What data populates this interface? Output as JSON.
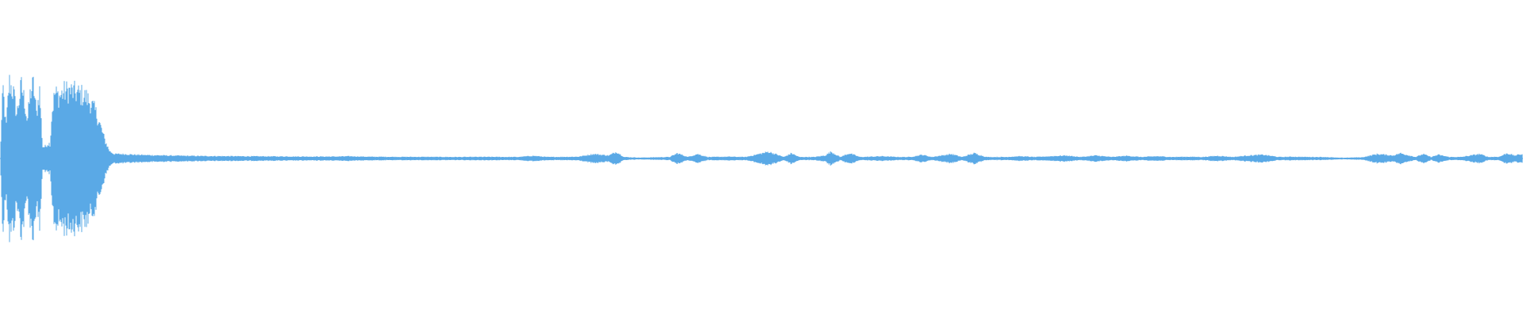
{
  "waveform": {
    "color": "#5aa9e6",
    "background": "#ffffff",
    "icon": "audio-waveform",
    "peaks_description_note": "",
    "envelope": [
      [
        0.0,
        0.0
      ],
      [
        0.002,
        0.48
      ],
      [
        0.004,
        0.2
      ],
      [
        0.006,
        0.52
      ],
      [
        0.009,
        0.44
      ],
      [
        0.011,
        0.3
      ],
      [
        0.014,
        0.49
      ],
      [
        0.016,
        0.4
      ],
      [
        0.018,
        0.25
      ],
      [
        0.02,
        0.45
      ],
      [
        0.022,
        0.5
      ],
      [
        0.024,
        0.3
      ],
      [
        0.026,
        0.47
      ],
      [
        0.028,
        0.08
      ],
      [
        0.03,
        0.08
      ],
      [
        0.031,
        0.1
      ],
      [
        0.033,
        0.1
      ],
      [
        0.034,
        0.3
      ],
      [
        0.036,
        0.44
      ],
      [
        0.039,
        0.42
      ],
      [
        0.042,
        0.45
      ],
      [
        0.045,
        0.46
      ],
      [
        0.048,
        0.45
      ],
      [
        0.051,
        0.44
      ],
      [
        0.054,
        0.43
      ],
      [
        0.057,
        0.41
      ],
      [
        0.06,
        0.37
      ],
      [
        0.063,
        0.31
      ],
      [
        0.066,
        0.22
      ],
      [
        0.069,
        0.12
      ],
      [
        0.072,
        0.05
      ],
      [
        0.075,
        0.03
      ],
      [
        0.08,
        0.03
      ],
      [
        0.09,
        0.025
      ],
      [
        0.1,
        0.022
      ],
      [
        0.12,
        0.018
      ],
      [
        0.14,
        0.016
      ],
      [
        0.16,
        0.015
      ],
      [
        0.18,
        0.014
      ],
      [
        0.2,
        0.013
      ],
      [
        0.22,
        0.013
      ],
      [
        0.23,
        0.015
      ],
      [
        0.24,
        0.012
      ],
      [
        0.26,
        0.011
      ],
      [
        0.28,
        0.011
      ],
      [
        0.3,
        0.01
      ],
      [
        0.32,
        0.011
      ],
      [
        0.34,
        0.01
      ],
      [
        0.35,
        0.018
      ],
      [
        0.36,
        0.01
      ],
      [
        0.38,
        0.012
      ],
      [
        0.39,
        0.03
      ],
      [
        0.4,
        0.02
      ],
      [
        0.405,
        0.045
      ],
      [
        0.41,
        0.01
      ],
      [
        0.42,
        0.006
      ],
      [
        0.44,
        0.01
      ],
      [
        0.445,
        0.035
      ],
      [
        0.452,
        0.01
      ],
      [
        0.458,
        0.03
      ],
      [
        0.465,
        0.01
      ],
      [
        0.48,
        0.012
      ],
      [
        0.49,
        0.01
      ],
      [
        0.505,
        0.045
      ],
      [
        0.515,
        0.01
      ],
      [
        0.52,
        0.035
      ],
      [
        0.525,
        0.01
      ],
      [
        0.535,
        0.01
      ],
      [
        0.542,
        0.02
      ],
      [
        0.546,
        0.045
      ],
      [
        0.552,
        0.01
      ],
      [
        0.558,
        0.035
      ],
      [
        0.565,
        0.01
      ],
      [
        0.58,
        0.015
      ],
      [
        0.59,
        0.01
      ],
      [
        0.598,
        0.01
      ],
      [
        0.606,
        0.025
      ],
      [
        0.612,
        0.01
      ],
      [
        0.625,
        0.03
      ],
      [
        0.632,
        0.01
      ],
      [
        0.64,
        0.035
      ],
      [
        0.648,
        0.01
      ],
      [
        0.66,
        0.01
      ],
      [
        0.67,
        0.015
      ],
      [
        0.68,
        0.01
      ],
      [
        0.7,
        0.02
      ],
      [
        0.71,
        0.01
      ],
      [
        0.72,
        0.02
      ],
      [
        0.73,
        0.01
      ],
      [
        0.74,
        0.018
      ],
      [
        0.75,
        0.01
      ],
      [
        0.76,
        0.015
      ],
      [
        0.77,
        0.01
      ],
      [
        0.78,
        0.012
      ],
      [
        0.79,
        0.01
      ],
      [
        0.8,
        0.018
      ],
      [
        0.81,
        0.01
      ],
      [
        0.82,
        0.02
      ],
      [
        0.83,
        0.025
      ],
      [
        0.84,
        0.01
      ],
      [
        0.85,
        0.012
      ],
      [
        0.86,
        0.01
      ],
      [
        0.87,
        0.01
      ],
      [
        0.88,
        0.005
      ],
      [
        0.895,
        0.008
      ],
      [
        0.905,
        0.03
      ],
      [
        0.915,
        0.02
      ],
      [
        0.92,
        0.035
      ],
      [
        0.93,
        0.01
      ],
      [
        0.935,
        0.03
      ],
      [
        0.94,
        0.01
      ],
      [
        0.945,
        0.025
      ],
      [
        0.952,
        0.01
      ],
      [
        0.96,
        0.01
      ],
      [
        0.972,
        0.03
      ],
      [
        0.978,
        0.01
      ],
      [
        0.985,
        0.012
      ],
      [
        0.99,
        0.035
      ],
      [
        0.995,
        0.02
      ],
      [
        1.0,
        0.03
      ]
    ]
  }
}
